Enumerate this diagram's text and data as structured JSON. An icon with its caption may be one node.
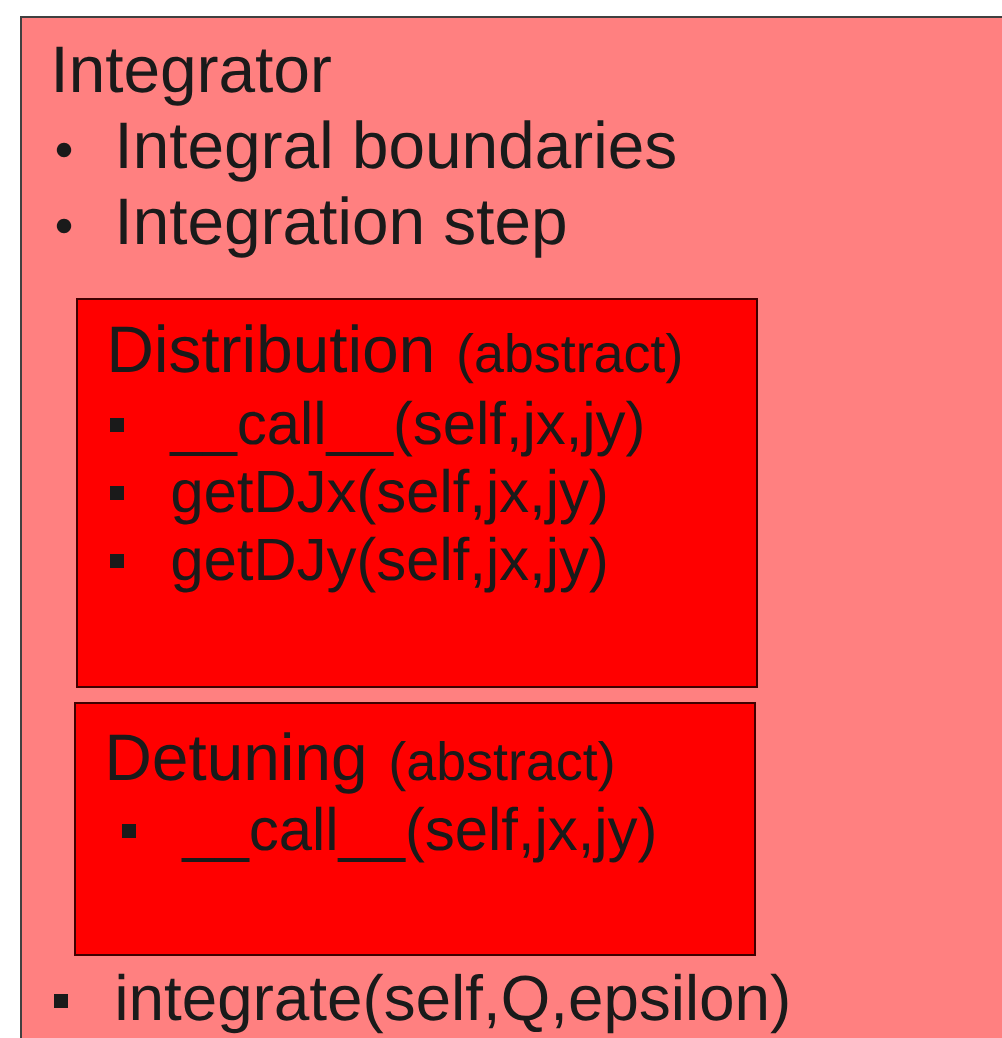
{
  "diagram": {
    "nodes": [
      {
        "text": [
          "Integrator",
          "Integral boundaries",
          "Integration step",
          "integrate(self,Q,epsilon)"
        ]
      },
      {
        "text": [
          "Distribution",
          "(abstract)",
          "__call__(self,jx,jy)",
          "getDJx(self,jx,jy)",
          "getDJy(self,jx,jy)"
        ],
        "in": 0
      },
      {
        "text": [
          "Detuning",
          "(abstract)",
          "__call__(self,jx,jy)"
        ],
        "in": 0
      }
    ]
  }
}
